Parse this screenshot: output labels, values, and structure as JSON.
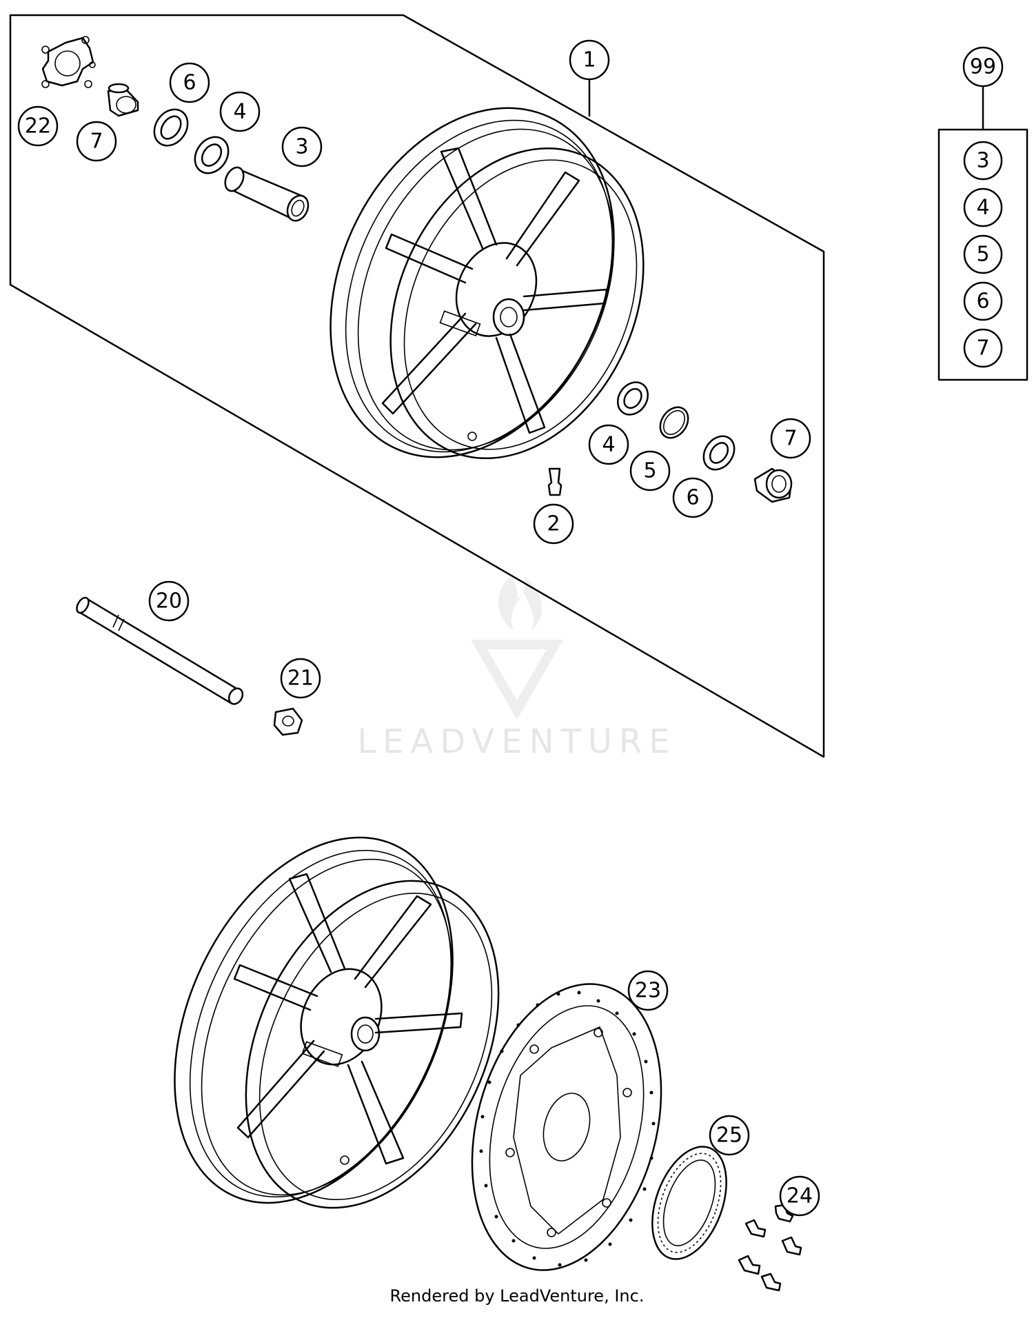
{
  "callouts": {
    "c1": "1",
    "c2": "2",
    "c3": "3",
    "c4a": "4",
    "c4b": "4",
    "c5": "5",
    "c6a": "6",
    "c6b": "6",
    "c7a": "7",
    "c7b": "7",
    "c20": "20",
    "c21": "21",
    "c22": "22",
    "c23": "23",
    "c24": "24",
    "c25": "25",
    "c99": "99"
  },
  "kit_list": [
    "3",
    "4",
    "5",
    "6",
    "7"
  ],
  "watermark": "LEADVENTURE",
  "footer": "Rendered by LeadVenture, Inc.",
  "colors": {
    "line": "#000000",
    "watermark": "#e6e6e6",
    "background": "#ffffff"
  }
}
